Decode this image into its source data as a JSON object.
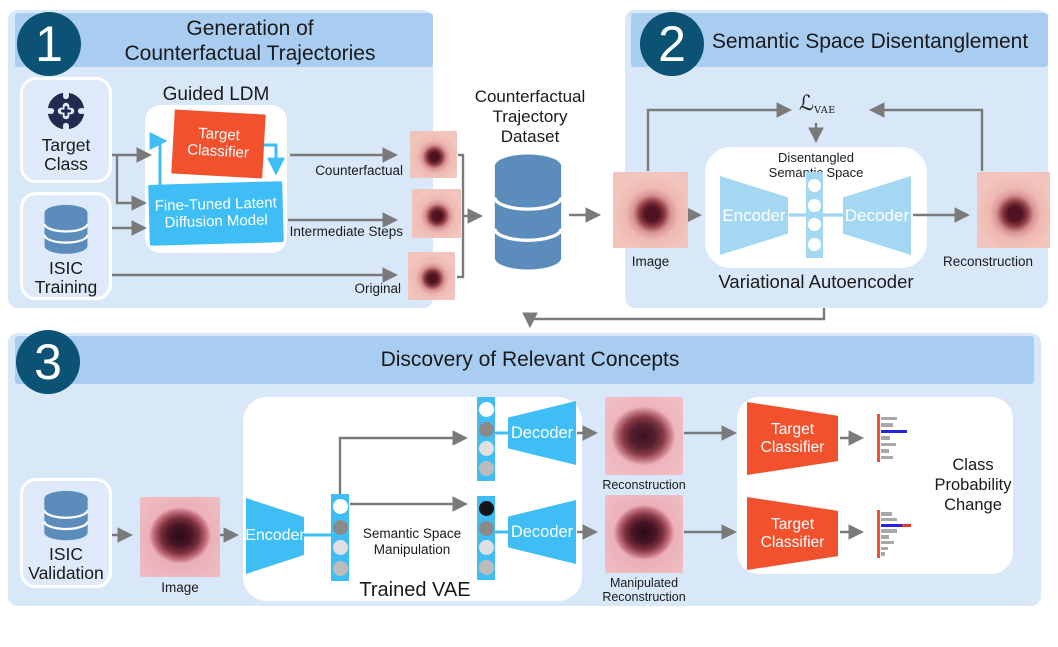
{
  "colors": {
    "panel_bg": "#D9E8F9",
    "header_bg": "#A9CDF1",
    "number_circle": "#0B5274",
    "accent_orange": "#F1512D",
    "accent_blue": "#3EBEF5",
    "accent_lightblue": "#A4D8F2",
    "database_blue": "#5C8CBC",
    "arrow_gray": "#7A7A7A",
    "chart_axis": "#F2503B",
    "chart_gray": "#A8A8A8",
    "chart_blue": "#2424DC",
    "chart_red": "#E8322A"
  },
  "panel1": {
    "number": "1",
    "title": "Generation of\nCounterfactual Trajectories",
    "target_class": {
      "icon": "target-icon",
      "label": "Target\nClass"
    },
    "isic_training": {
      "icon": "database-icon",
      "label": "ISIC\nTraining"
    },
    "guided_ldm": {
      "title": "Guided LDM",
      "classifier_label": "Target\nClassifier",
      "ldm_label": "Fine-Tuned Latent\nDiffusion Model"
    },
    "outputs": {
      "counterfactual": "Counterfactual",
      "intermediate": "Intermediate Steps",
      "original": "Original"
    }
  },
  "dataset": {
    "icon": "database-icon",
    "title": "Counterfactual\nTrajectory\nDataset"
  },
  "panel2": {
    "number": "2",
    "title": "Semantic Space Disentanglement",
    "loss_main": "ℒ",
    "loss_sub": "VAE",
    "image_label": "Image",
    "vae": {
      "space_label": "Disentangled\nSemantic Space",
      "encoder_label": "Encoder",
      "decoder_label": "Decoder",
      "caption": "Variational Autoencoder"
    },
    "reconstruction_label": "Reconstruction",
    "latent_strip": [
      "#ffffff",
      "#ffffff",
      "#ffffff",
      "#ffffff"
    ]
  },
  "panel3": {
    "number": "3",
    "title": "Discovery of Relevant Concepts",
    "isic_validation": {
      "icon": "database-icon",
      "label": "ISIC\nValidation"
    },
    "image_label": "Image",
    "trained_vae": {
      "encoder_label": "Encoder",
      "manipulation_label": "Semantic Space\nManipulation",
      "caption": "Trained VAE"
    },
    "decoder_label": "Decoder",
    "reconstruction_label": "Reconstruction",
    "manipulated_label": "Manipulated\nReconstruction",
    "classifier_label": "Target\nClassifier",
    "result_label": "Class\nProbability\nChange",
    "latents": {
      "encoder_strip": [
        "#ffffff",
        "#8a8a8a",
        "#e0e0e0",
        "#bcbcbc"
      ],
      "top_strip": [
        "#ffffff",
        "#8a8a8a",
        "#e0e0e0",
        "#bcbcbc"
      ],
      "bottom_strip": [
        "#151515",
        "#8a8a8a",
        "#e0e0e0",
        "#bcbcbc"
      ]
    },
    "probability_charts": {
      "top": {
        "bars": [
          {
            "len": 16,
            "color": "gray"
          },
          {
            "len": 12,
            "color": "gray"
          },
          {
            "len": 26,
            "color": "blue"
          },
          {
            "len": 9,
            "color": "gray"
          },
          {
            "len": 15,
            "color": "gray"
          },
          {
            "len": 8,
            "color": "gray"
          },
          {
            "len": 12,
            "color": "gray"
          }
        ]
      },
      "bottom": {
        "bars": [
          {
            "len": 11,
            "color": "gray"
          },
          {
            "len": 16,
            "color": "gray"
          },
          {
            "len": 21,
            "color": "blue",
            "tip_len": 9,
            "tip_color": "red"
          },
          {
            "len": 16,
            "color": "gray"
          },
          {
            "len": 8,
            "color": "gray"
          },
          {
            "len": 13,
            "color": "gray"
          },
          {
            "len": 7,
            "color": "gray"
          },
          {
            "len": 4,
            "color": "gray"
          }
        ]
      }
    }
  }
}
